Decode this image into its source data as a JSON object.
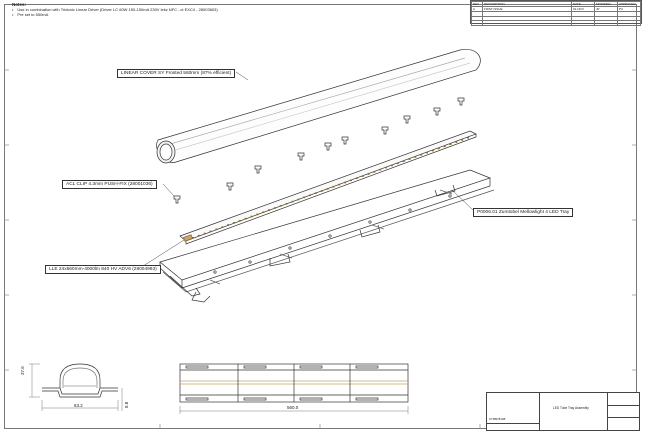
{
  "notes": {
    "heading": "Notes:",
    "items": [
      "Use in combination with Tridonic Linear Driver (Driver LC 60W 150-150mA 230V lekz NFC ..ct EXC4 - 28003603)",
      "Pre set to 550mA"
    ]
  },
  "revision_table": {
    "headers": [
      "REV",
      "DESCRIPTION",
      "DATE",
      "MODIFIED",
      "APPROVED"
    ],
    "rows": [
      [
        "A",
        "FIRST ISSUE",
        "01-NOV",
        "JP",
        "PV"
      ]
    ]
  },
  "callouts": {
    "linear_cover": "LINEAR COVER SY Frosted 560mm (87% efficient)",
    "acl_clip": "ACL CLIP 4.3mm PUSH-FIX (28001036)",
    "led_board": "LLE 24x560mm-4000lm 840 HV ADV6 (28004993)",
    "tray": "P0006.01 Zumtobel Mellowlight 4 LED Tray"
  },
  "dimensions": {
    "profile_height": "37.6",
    "profile_width": "63.2",
    "profile_flange": "8.8",
    "overall_length": "560.0"
  },
  "title_block": {
    "title": "LED Tube Tray Assembly",
    "drawing_no": "KTRB78108"
  },
  "colors": {
    "line": "#333333",
    "led_dots": "#8a6a2a",
    "paper": "#ffffff"
  }
}
